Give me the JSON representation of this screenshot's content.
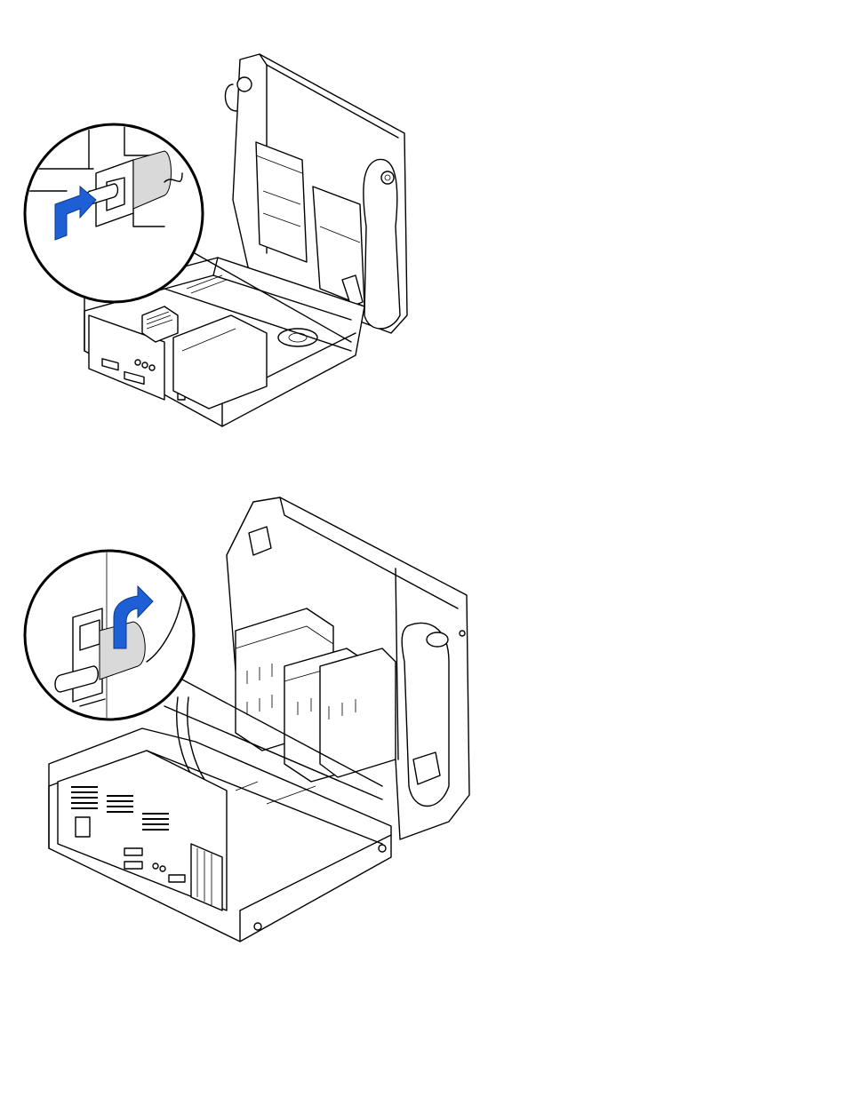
{
  "figures": [
    {
      "id": "figure-1",
      "depicts": "small-form-factor-chassis-open",
      "callout": {
        "arrow_color": "#1e5fd6",
        "arrow_direction": "left"
      }
    },
    {
      "id": "figure-2",
      "depicts": "small-desktop-chassis-open",
      "callout": {
        "arrow_color": "#1e5fd6",
        "arrow_direction": "up"
      }
    }
  ],
  "colors": {
    "background": "#ffffff",
    "line": "#000000",
    "accent": "#1e5fd6"
  }
}
